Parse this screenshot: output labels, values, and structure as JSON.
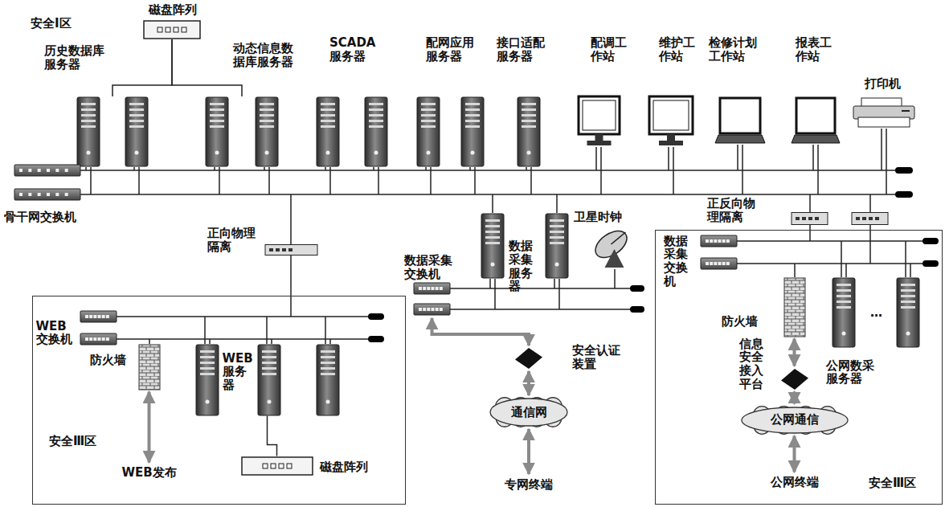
{
  "diagram": {
    "nodes": [
      {
        "text": [
          "历史数据库服务器"
        ]
      },
      {
        "text": [
          "磁盘阵列"
        ]
      },
      {
        "text": [
          "动态信息数据库服务器"
        ]
      },
      {
        "text": [
          "SCADA服务器"
        ]
      },
      {
        "text": [
          "配网应用服务器"
        ]
      },
      {
        "text": [
          "接口适配服务器"
        ]
      },
      {
        "text": [
          "配调工作站"
        ]
      },
      {
        "text": [
          "维护工作站"
        ]
      },
      {
        "text": [
          "检修计划工作站"
        ]
      },
      {
        "text": [
          "报表工作站"
        ]
      },
      {
        "text": [
          "打印机"
        ]
      },
      {
        "text": [
          "骨干网交换机"
        ]
      },
      {
        "text": [
          "正向物理隔离"
        ]
      },
      {
        "text": [
          "安全Ⅲ区"
        ]
      },
      {
        "text": [
          "WEB交换机"
        ],
        "in": 13
      },
      {
        "text": [
          "防火墙"
        ],
        "in": 13
      },
      {
        "text": [
          "WEB服务器"
        ],
        "in": 13
      },
      {
        "text": [
          "磁盘阵列"
        ],
        "in": 13
      },
      {
        "text": [
          "WEB发布"
        ],
        "in": 13
      },
      {
        "text": [
          "数据采集交换机"
        ]
      },
      {
        "text": [
          "数据采集服务器"
        ]
      },
      {
        "text": [
          "卫星时钟"
        ]
      },
      {
        "text": [
          "安全认证装置"
        ]
      },
      {
        "text": [
          "通信网"
        ]
      },
      {
        "text": [
          "专网终端"
        ]
      },
      {
        "text": [
          "正反向物理隔离"
        ]
      },
      {
        "text": [
          "安全Ⅲ区"
        ]
      },
      {
        "text": [
          "数据采集交换机"
        ],
        "in": 26
      },
      {
        "text": [
          "防火墙"
        ],
        "in": 26
      },
      {
        "text": [
          "信息安全接入平台"
        ],
        "in": 26
      },
      {
        "text": [
          "公网通信"
        ],
        "in": 26
      },
      {
        "text": [
          "公网终端"
        ],
        "in": 26
      },
      {
        "text": [
          "公网数采服务器"
        ],
        "in": 26
      }
    ],
    "edges": [
      {
        "from": 1,
        "to": 0,
        "arrow": "none"
      },
      {
        "from": 1,
        "to": 2,
        "arrow": "none"
      },
      {
        "from": 16,
        "to": 17,
        "arrow": "none"
      },
      {
        "from": 15,
        "to": 18,
        "arrow": "both"
      },
      {
        "from": 19,
        "to": 22,
        "arrow": "both"
      },
      {
        "from": 22,
        "to": 23,
        "arrow": "both"
      },
      {
        "from": 23,
        "to": 24,
        "arrow": "both"
      },
      {
        "from": 28,
        "to": 29,
        "arrow": "both"
      },
      {
        "from": 29,
        "to": 30,
        "arrow": "both"
      },
      {
        "from": 30,
        "to": 31,
        "arrow": "both"
      }
    ],
    "labels": [
      "安全Ⅰ区",
      "…"
    ]
  }
}
